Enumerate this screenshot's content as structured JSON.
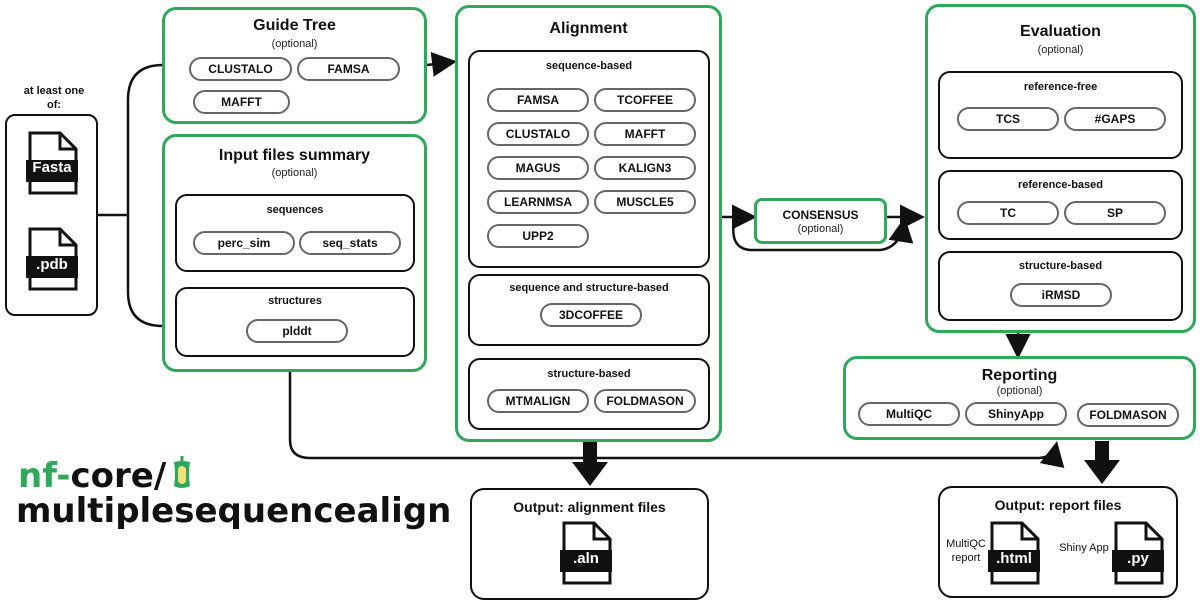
{
  "input": {
    "heading": "at least one of:",
    "files": [
      "Fasta",
      ".pdb"
    ]
  },
  "guide_tree": {
    "title": "Guide Tree",
    "subtitle": "(optional)",
    "tools": [
      "CLUSTALO",
      "FAMSA",
      "MAFFT"
    ]
  },
  "input_summary": {
    "title": "Input files summary",
    "subtitle": "(optional)",
    "sequences": {
      "label": "sequences",
      "tools": [
        "perc_sim",
        "seq_stats"
      ]
    },
    "structures": {
      "label": "structures",
      "tools": [
        "plddt"
      ]
    }
  },
  "alignment": {
    "title": "Alignment",
    "sequence_based": {
      "label": "sequence-based",
      "tools": [
        "FAMSA",
        "TCOFFEE",
        "CLUSTALO",
        "MAFFT",
        "MAGUS",
        "KALIGN3",
        "LEARNMSA",
        "MUSCLE5",
        "UPP2"
      ]
    },
    "seq_struct_based": {
      "label": "sequence and structure-based",
      "tools": [
        "3DCOFFEE"
      ]
    },
    "structure_based": {
      "label": "structure-based",
      "tools": [
        "MTMALIGN",
        "FOLDMASON"
      ]
    }
  },
  "consensus": {
    "title": "CONSENSUS",
    "subtitle": "(optional)"
  },
  "evaluation": {
    "title": "Evaluation",
    "subtitle": "(optional)",
    "reference_free": {
      "label": "reference-free",
      "tools": [
        "TCS",
        "#GAPS"
      ]
    },
    "reference_based": {
      "label": "reference-based",
      "tools": [
        "TC",
        "SP"
      ]
    },
    "structure_based": {
      "label": "structure-based",
      "tools": [
        "iRMSD"
      ]
    }
  },
  "reporting": {
    "title": "Reporting",
    "subtitle": "(optional)",
    "tools": [
      "MultiQC",
      "ShinyApp",
      "FOLDMASON"
    ]
  },
  "output_alignment": {
    "title": "Output: alignment files",
    "file": ".aln"
  },
  "output_report": {
    "title": "Output: report files",
    "files": [
      {
        "label": "MultiQC report",
        "ext": ".html"
      },
      {
        "label": "Shiny App",
        "ext": ".py"
      }
    ]
  },
  "logo": {
    "prefix": "nf-",
    "core": "core/",
    "name": "multiplesequencealign"
  },
  "colors": {
    "green": "#2fa85c",
    "black": "#111111",
    "pill_border": "#666666"
  }
}
